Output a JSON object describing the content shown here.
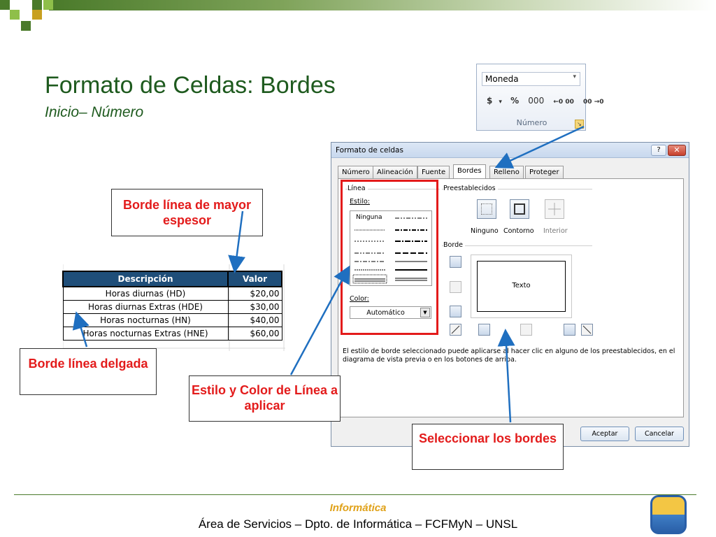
{
  "slide": {
    "title": "Formato de Celdas: Bordes",
    "subtitle": "Inicio– Número"
  },
  "ribbon": {
    "format_value": "Moneda",
    "icons": [
      "$",
      "%",
      "000",
      "←0 00",
      "00 →0"
    ],
    "group_label": "Número"
  },
  "dialog": {
    "title": "Formato de celdas",
    "help_button": "?",
    "close_button": "✕",
    "tabs": [
      "Número",
      "Alineación",
      "Fuente",
      "Bordes",
      "Relleno",
      "Proteger"
    ],
    "active_tab": "Bordes",
    "line_section": "Línea",
    "style_label": "Estilo:",
    "style_none": "Ninguna",
    "color_label": "Color:",
    "color_value": "Automático",
    "presets_section": "Preestablecidos",
    "presets": [
      "Ninguno",
      "Contorno",
      "Interior"
    ],
    "border_section": "Borde",
    "preview_text": "Texto",
    "help_text": "El estilo de borde seleccionado puede aplicarse al hacer clic en alguno de los preestablecidos, en el diagrama de vista previa o en los botones de arriba.",
    "ok_button": "Aceptar",
    "cancel_button": "Cancelar"
  },
  "sheet": {
    "headers": [
      "Descripción",
      "Valor"
    ],
    "rows": [
      [
        "Horas diurnas (HD)",
        "$20,00"
      ],
      [
        "Horas diurnas Extras (HDE)",
        "$30,00"
      ],
      [
        "Horas nocturnas (HN)",
        "$40,00"
      ],
      [
        "Horas nocturnas Extras (HNE)",
        "$60,00"
      ]
    ]
  },
  "callouts": {
    "thick": "Borde línea de mayor espesor",
    "thin": "Borde línea delgada",
    "style_color": "Estilo y Color de Línea a aplicar",
    "select_borders": "Seleccionar los bordes"
  },
  "footer": {
    "brand": "Informática",
    "text": "Área de Servicios – Dpto. de Informática – FCFMyN – UNSL"
  },
  "colors": {
    "title": "#1e5a1e",
    "callout_text": "#e31b1b",
    "header_fill": "#1f4e79",
    "arrow": "#1f6fc0",
    "footer_brand": "#e0a21a"
  }
}
